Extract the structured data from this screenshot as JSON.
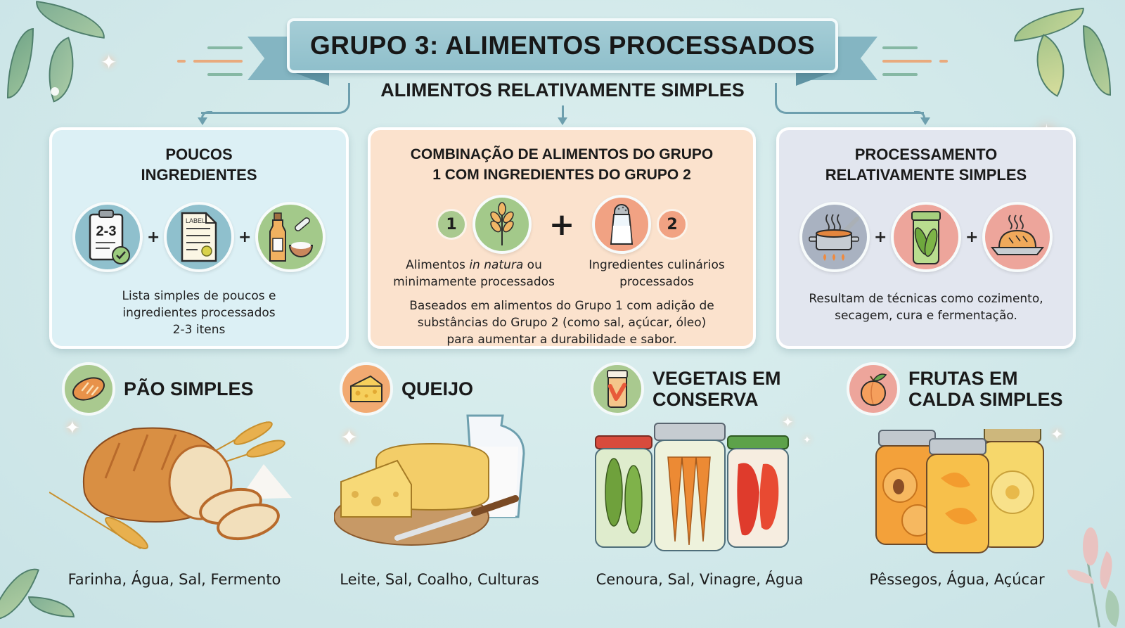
{
  "header": {
    "title": "GRUPO 3: ALIMENTOS PROCESSADOS",
    "subtitle": "ALIMENTOS RELATIVAMENTE SIMPLES"
  },
  "cards": [
    {
      "title_line1": "POUCOS",
      "title_line2": "INGREDIENTES",
      "icons": [
        "clipboard-2-3-check-icon",
        "label-document-icon",
        "oil-bottle-salt-bowl-icon"
      ],
      "clipboard_text": "2-3",
      "label_text": "LABEL",
      "description_lines": [
        "Lista simples de poucos e",
        "ingredientes processados",
        "2-3 itens"
      ],
      "background": "#dceff4"
    },
    {
      "title_line1": "COMBINAÇÃO DE ALIMENTOS DO GRUPO",
      "title_line2": "1 COM INGREDIENTES DO GRUPO 2",
      "group1_badge": "1",
      "group2_badge": "2",
      "group1_icon": "wheat-icon",
      "group2_icon": "salt-shaker-icon",
      "group1_caption_prefix": "Alimentos ",
      "group1_caption_italic": "in natura",
      "group1_caption_suffix": " ou",
      "group1_caption_line2": "minimamente processados",
      "group2_caption_line1": "Ingredientes culinários",
      "group2_caption_line2": "processados",
      "description_lines": [
        "Baseados em alimentos do Grupo 1 com adição de",
        "substâncias do Grupo 2 (como sal, açúcar, óleo)",
        "para aumentar a durabilidade e sabor."
      ],
      "background": "#fbe1cc"
    },
    {
      "title_line1": "PROCESSAMENTO",
      "title_line2": "RELATIVAMENTE SIMPLES",
      "icons": [
        "cooking-pot-icon",
        "pickle-jar-icon",
        "baked-bread-icon"
      ],
      "description_lines": [
        "Resultam de técnicas como cozimento,",
        "secagem, cura e fermentação."
      ],
      "background": "#e2e6ee"
    }
  ],
  "examples": [
    {
      "title_line1": "PÃO SIMPLES",
      "title_line2": "",
      "icon": "bread-icon",
      "icon_bg": "#a9c98f",
      "ingredients": "Farinha, Água, Sal, Fermento"
    },
    {
      "title_line1": "QUEIJO",
      "title_line2": "",
      "icon": "cheese-icon",
      "icon_bg": "#f2aa72",
      "ingredients": "Leite, Sal, Coalho, Culturas"
    },
    {
      "title_line1": "VEGETAIS EM",
      "title_line2": "CONSERVA",
      "icon": "pickled-vegetables-jar-icon",
      "icon_bg": "#a9c98f",
      "ingredients": "Cenoura, Sal, Vinagre, Água"
    },
    {
      "title_line1": "FRUTAS EM",
      "title_line2": "CALDA SIMPLES",
      "icon": "peach-icon",
      "icon_bg": "#eda59b",
      "ingredients": "Pêssegos, Água, Açúcar"
    }
  ],
  "colors": {
    "background": "#d2e9ea",
    "banner": "#93c2cd",
    "connector": "#6d9fae",
    "green": "#a9c98f",
    "salmon": "#f0a283",
    "orange_accent": "#e9a97a"
  }
}
